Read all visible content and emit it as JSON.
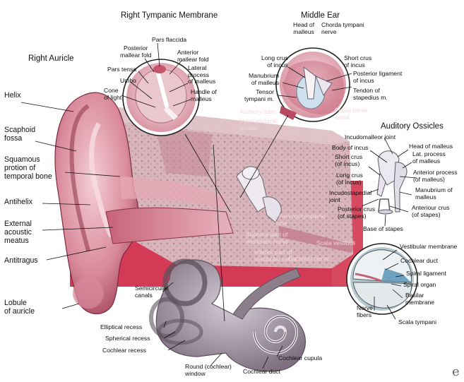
{
  "headings": {
    "tympanic": "Right Tympanic Membrane",
    "middle_ear": "Middle Ear",
    "auricle": "Right Auricle",
    "ossicles": "Auditory Ossicles"
  },
  "auricle_labels": {
    "helix": "Helix",
    "scaphoid": "Scaphoid\nfossa",
    "squamous": "Squamous\nprotion of\ntemporal bone",
    "antihelix": "Antihelix",
    "eam": "External\nacoustic\nmeatus",
    "antitragus": "Antitragus",
    "lobule": "Lobule\nof auricle"
  },
  "tympanic_labels": {
    "posterior_mallear_fold": "Posterior\nmallear fold",
    "pars_flaccida": "Pars flaccida",
    "anterior_mallear_fold": "Anterior\nmallear fold",
    "pars_tensa": "Pars tensa",
    "umbo": "Umbo",
    "lateral_process": "Lateral\nprocess\nof malleus",
    "cone_of_light": "Cone\nof light",
    "handle_of_malleus": "Handle of\nmalleus"
  },
  "middle_ear_labels": {
    "head_of_malleus": "Head of\nmalleus",
    "chorda_tympani": "Chorda tympani\nnerve",
    "long_crus_incus": "Long crus\nof incus",
    "short_crus_incus": "Short crus\nof incus",
    "manubrium": "Manubrium\nof malleus",
    "posterior_ligament": "Posterior ligament\nof incus",
    "tensor_tympani": "Tensor\ntympani m.",
    "tendon_stapedius": "Tendon of\nstapedius m.",
    "auditory_tube": "Auditory tube",
    "hypotympanic_recess": "Hypotympanic\nrecess",
    "facial_nerve_canal": "Facial nerve\ncanal"
  },
  "ossicle_labels": {
    "incudomalleor_joint": "Incudomalleor joint",
    "head_of_malleus": "Head of malleus",
    "body_of_incus": "Body of incus",
    "lat_process": "Lat. process\nof malleus",
    "short_crus": "Short crus\n(of incus)",
    "anterior_process": "Anterior process\n(of malleus)",
    "long_crus": "Long crus\n(of incus)",
    "manubrium": "Manubrium of\nmalleus",
    "incudostapedial": "Incudostapedial\njoint",
    "posterior_crus": "Posterior crus\n(of stapes)",
    "anterior_crus": "Anteriour crus\n(of stapes)",
    "base_of_stapes": "Base of stapes"
  },
  "inner_ear_labels": {
    "pharyngotympanic": "Pharyngotympanic\ntube",
    "superior_vestibular": "Superior part of\nvestibular nerve",
    "inferior_vestibular": "Inferior part of\nvestibular nerve",
    "cochlear_nerve": "Cochlear nerve",
    "scala_vestibuli": "Scala vestibuli",
    "semicircular_canals": "Semicircular\ncanals",
    "elliptical_recess": "Elliptical recess",
    "spherical_recess": "Spherical recess",
    "cochlear_recess": "Cochlear recess",
    "round_window": "Round (cochlear)\nwindow",
    "cochlear_cupula": "Cochlear cupula",
    "cochlear_duct_bottom": "Cochlear duct"
  },
  "cochlea_labels": {
    "vestibular_membrane": "Vestibular membrane",
    "cochlear_duct": "Cochlear duct",
    "spiral_ligament": "Spiral ligament",
    "spiral_organ": "Spiral organ",
    "basilar_membrane": "Basilar\nmembrane",
    "nerve_fibers": "Nerve\nfibers",
    "scala_tympani": "Scala tympani"
  },
  "colors": {
    "tissue": "#c9506a",
    "tissue_light": "#f0c4cc",
    "bone": "#d9b9be",
    "labyrinth": "#9a8a99",
    "panel": "#d33a55"
  },
  "logo": "e"
}
